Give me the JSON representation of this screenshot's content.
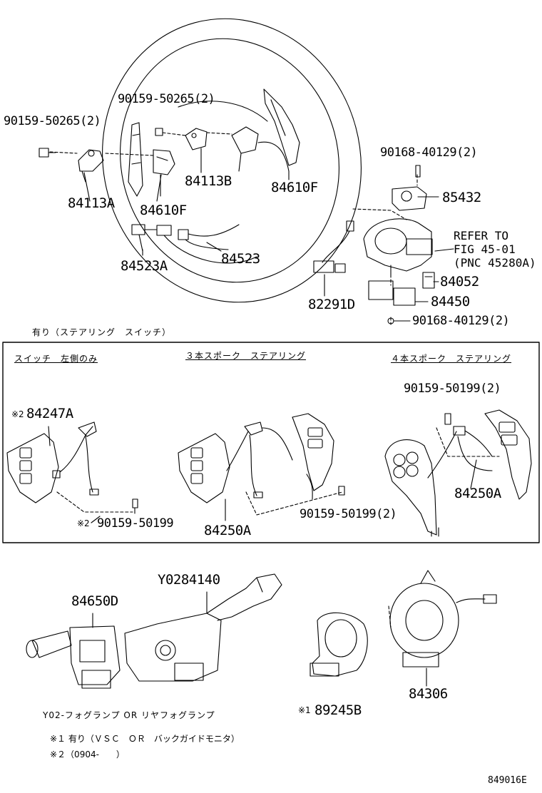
{
  "sections": {
    "top_heading": "有り（ステアリング　スイッチ）",
    "box_left": "スイッチ　左側のみ",
    "box_middle": "３本スポーク　ステアリング",
    "box_right": "４本スポーク　ステアリング"
  },
  "parts": {
    "bolt_left_top": "90159-50265(2)",
    "bolt_center_top": "90159-50265(2)",
    "p84113A": "84113A",
    "p84610F_left": "84610F",
    "p84113B": "84113B",
    "p84610F_right": "84610F",
    "p84523A": "84523A",
    "p84523": "84523",
    "screw_90168_top": "90168-40129(2)",
    "p85432": "85432",
    "refer_text": "REFER TO\nFIG 45-01\n(PNC 45280A)",
    "p84052": "84052",
    "p84450": "84450",
    "p82291D": "82291D",
    "screw_90168_bottom": "90168-40129(2)",
    "p84247A": "84247A",
    "p84247A_mark": "※2",
    "bolt_90159_50199_left": "90159-50199",
    "bolt_90159_50199_left_mark": "※2",
    "p84250A_middle": "84250A",
    "bolt_90159_50199_middle": "90159-50199(2)",
    "bolt_90159_50199_right": "90159-50199(2)",
    "p84250A_right": "84250A",
    "p84650D": "84650D",
    "pY0284140": "Y0284140",
    "p89245B": "89245B",
    "p89245B_mark": "※1",
    "p84306": "84306"
  },
  "notes": {
    "y02": "Y02-フォグランプ OR リヤフォグランプ",
    "n1": "※１ 有り（ＶＳＣ　ＯＲ　バックガイドモニタ）",
    "n2": "※２（0904-　　）"
  },
  "figure_number": "849016E"
}
